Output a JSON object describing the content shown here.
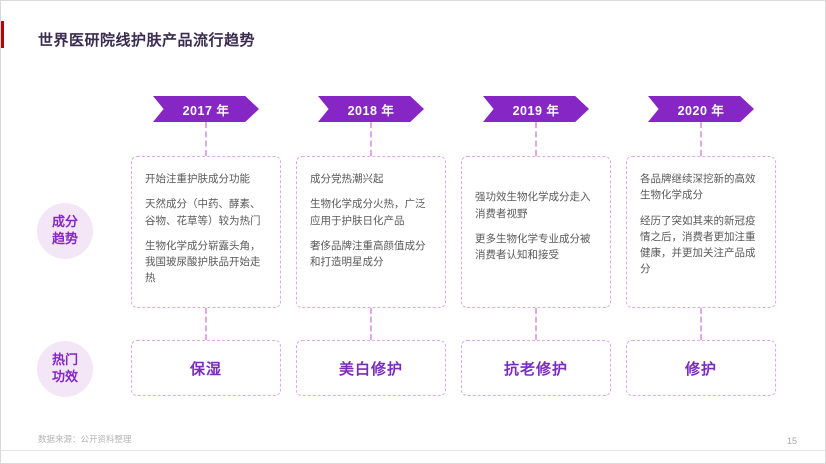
{
  "title": "世界医研院线护肤产品流行趋势",
  "rows": {
    "trend": {
      "line1": "成分",
      "line2": "趋势"
    },
    "effect": {
      "line1": "热门",
      "line2": "功效"
    }
  },
  "columns": [
    {
      "year": "2017 年",
      "points": [
        "开始注重护肤成分功能",
        "天然成分（中药、酵素、谷物、花草等）较为热门",
        "生物化学成分崭露头角，我国玻尿酸护肤品开始走热"
      ],
      "efficacy": "保湿"
    },
    {
      "year": "2018 年",
      "points": [
        "成分党热潮兴起",
        "生物化学成分火热，广泛应用于护肤日化产品",
        "奢侈品牌注重高颜值成分和打造明星成分"
      ],
      "efficacy": "美白修护"
    },
    {
      "year": "2019 年",
      "points": [
        "强功效生物化学成分走入消费者视野",
        "更多生物化学专业成分被消费者认知和接受"
      ],
      "efficacy": "抗老修护"
    },
    {
      "year": "2020 年",
      "points": [
        "各品牌继续深挖新的高效生物化学成分",
        "经历了突如其来的新冠疫情之后，消费者更加注重健康，并更加关注产品成分"
      ],
      "efficacy": "修护"
    }
  ],
  "footer": {
    "source": "数据来源：公开资料整理",
    "page": "15"
  },
  "colors": {
    "accent_purple": "#8626c4",
    "efficacy_text": "#7b2cbf",
    "dashed_border": "#dcaae4",
    "label_bg": "#f2e6f7",
    "red_accent": "#c00000"
  }
}
